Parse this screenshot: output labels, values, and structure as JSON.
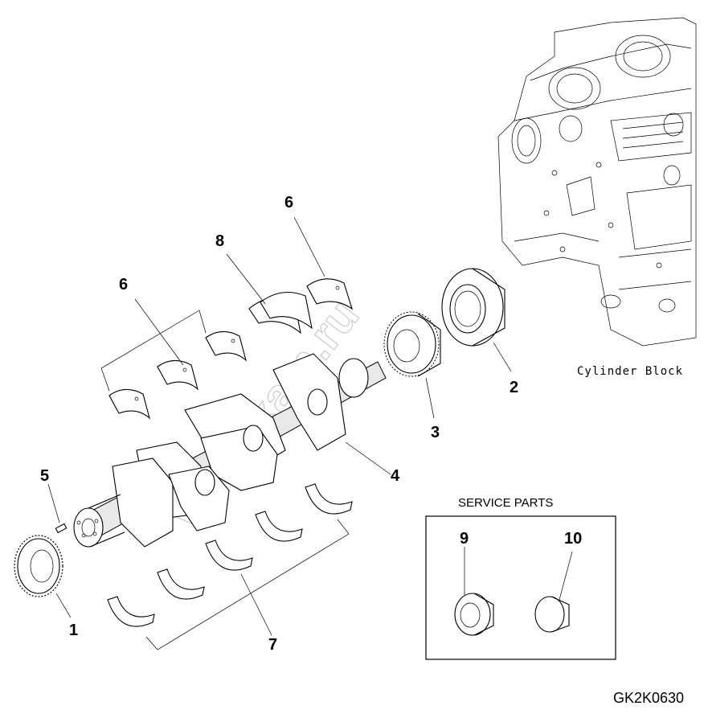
{
  "callouts": {
    "c1": "1",
    "c2": "2",
    "c3": "3",
    "c4": "4",
    "c5": "5",
    "c6a": "6",
    "c6b": "6",
    "c7": "7",
    "c8": "8",
    "c9": "9",
    "c10": "10"
  },
  "labels": {
    "cylinder_block": "Cylinder Block",
    "service_parts": "SERVICE PARTS",
    "figure_code": "GK2K0630"
  },
  "watermark": "www.kam.ru",
  "colors": {
    "line": "#000000",
    "background": "#ffffff",
    "watermark": "#9aa0a8"
  }
}
